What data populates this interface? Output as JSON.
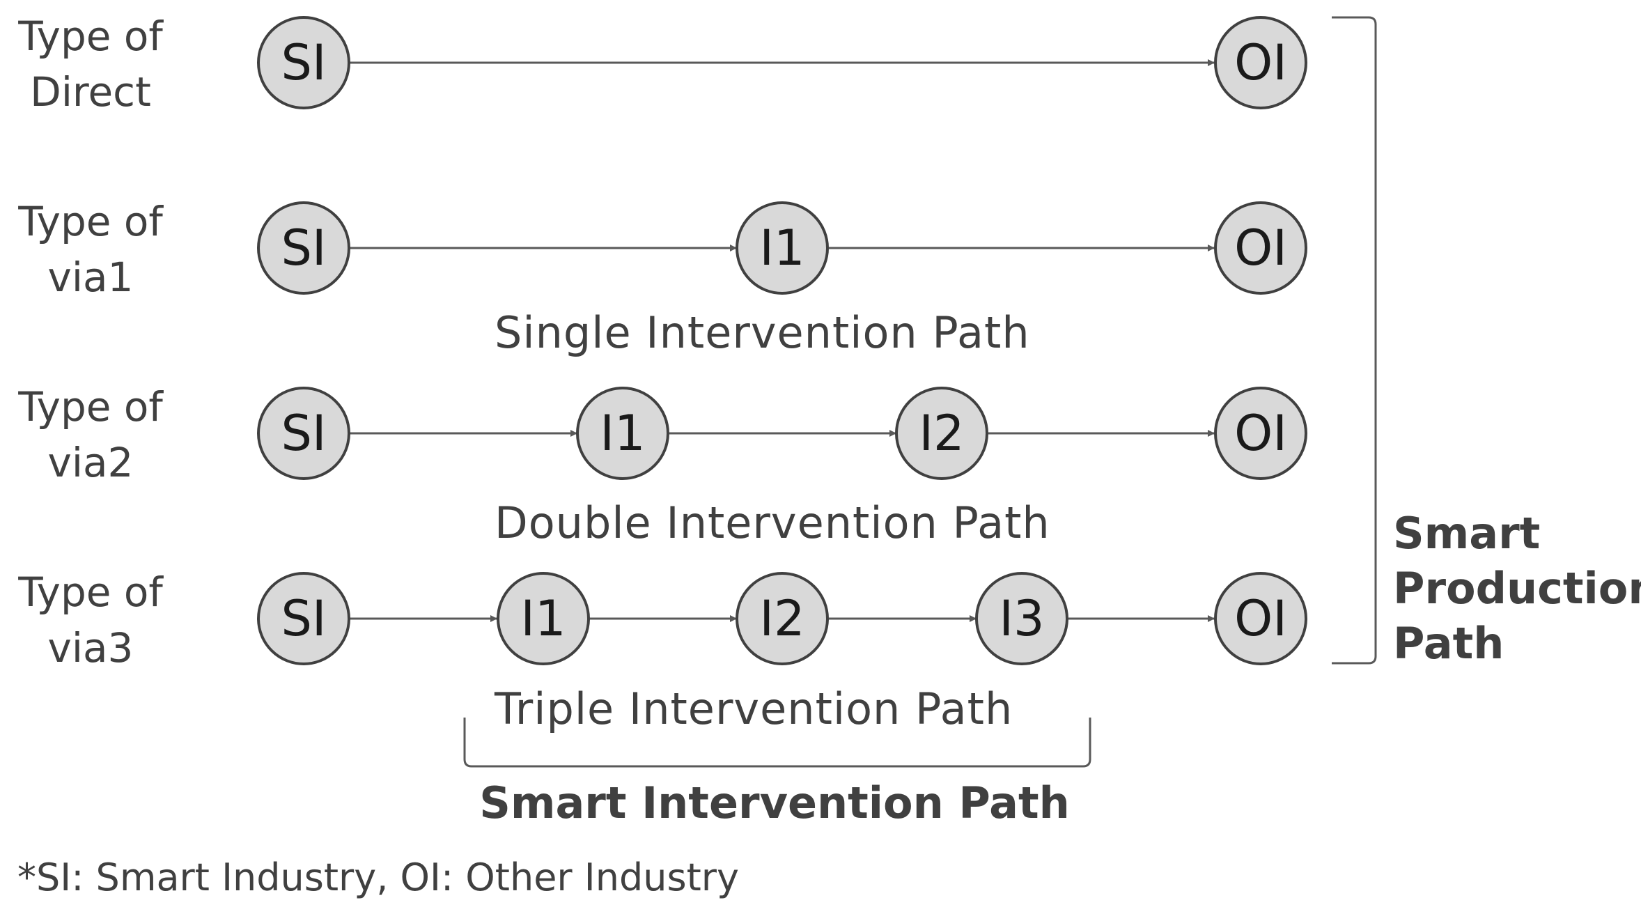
{
  "rows": [
    {
      "label": [
        "Type of",
        "Direct"
      ],
      "nodes": [
        "SI",
        "OI"
      ],
      "caption": ""
    },
    {
      "label": [
        "Type of",
        "via1"
      ],
      "nodes": [
        "SI",
        "I1",
        "OI"
      ],
      "caption": "Single Intervention Path"
    },
    {
      "label": [
        "Type of",
        "via2"
      ],
      "nodes": [
        "SI",
        "I1",
        "I2",
        "OI"
      ],
      "caption": "Double Intervention Path"
    },
    {
      "label": [
        "Type of",
        "via3"
      ],
      "nodes": [
        "SI",
        "I1",
        "I2",
        "I3",
        "OI"
      ],
      "caption": "Triple Intervention Path"
    }
  ],
  "right_bracket_label": [
    "Smart",
    "Production",
    "Path"
  ],
  "bottom_bracket_label": "Smart Intervention Path",
  "footnote": "*SI: Smart Industry, OI: Other Industry"
}
